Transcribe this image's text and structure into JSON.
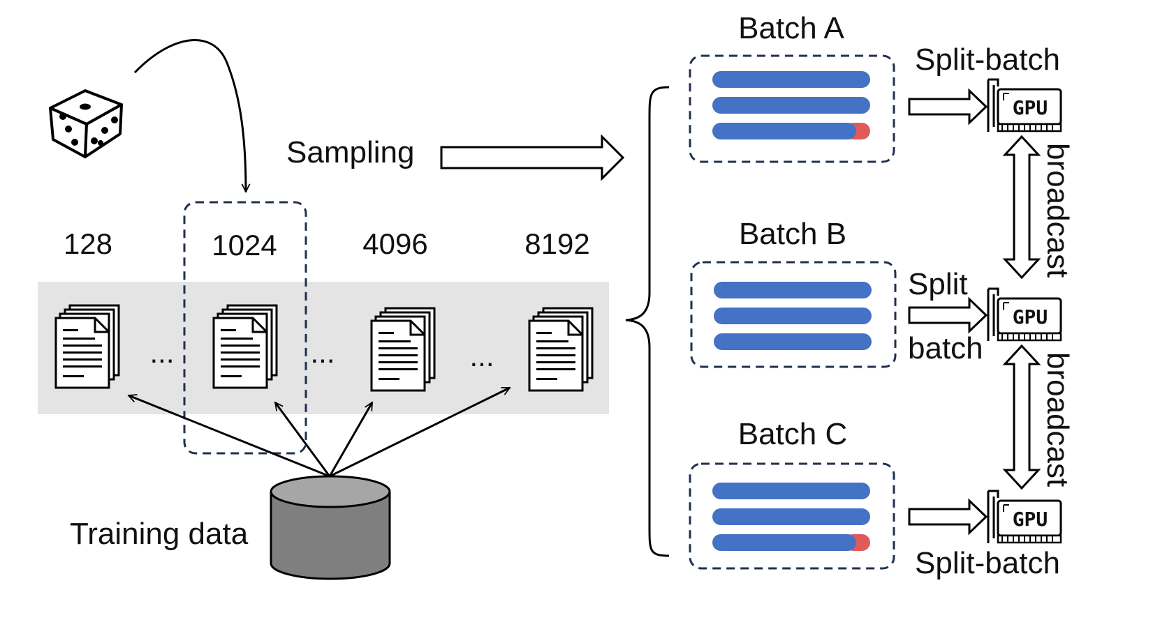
{
  "diagram": {
    "sampling_label": "Sampling",
    "training_data_label": "Training data",
    "lengths": [
      "128",
      "1024",
      "4096",
      "8192"
    ],
    "ellipsis": "...",
    "batches": [
      {
        "label": "Batch A",
        "split_label": "Split-batch"
      },
      {
        "label": "Batch B",
        "split_label_line1": "Split",
        "split_label_line2": "batch"
      },
      {
        "label": "Batch C",
        "split_label": "Split-batch"
      }
    ],
    "gpu_label": "GPU",
    "broadcast_label": "broadcast",
    "colors": {
      "bar_blue": "#4472C4",
      "bar_red": "#E05A5A",
      "dash_navy": "#1F3050",
      "panel_gray": "#E4E4E4",
      "db_gray": "#7F7F7F"
    },
    "icons": [
      "dice-icon",
      "document-stack-icon",
      "database-icon",
      "gpu-card-icon"
    ]
  }
}
